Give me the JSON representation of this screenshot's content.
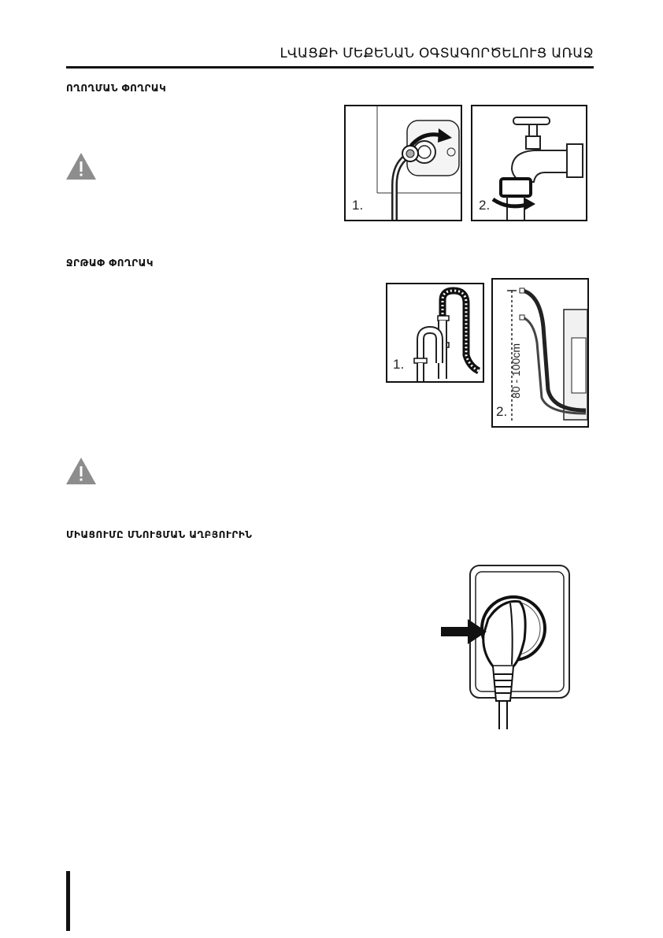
{
  "header": {
    "title": "ԼՎԱՑՔԻ ՄԵՔԵՆԱՆ ՕԳՏԱԳՈՐԾԵԼՈՒՑ ԱՌԱՋ"
  },
  "sections": [
    {
      "title": "ՈՂՈՂՄԱՆ ՓՈՂՐԱԿ"
    },
    {
      "title": "ՋՐԹԱՓ ՓՈՂՐԱԿ"
    },
    {
      "title": "ՄԻԱՑՈՒՄԸ ՄՆՈՒՑՄԱՆ ԱՂԲՅՈՒՐԻՆ"
    }
  ],
  "figures": {
    "inlet_1": {
      "label": "1."
    },
    "inlet_2": {
      "label": "2."
    },
    "drain_1": {
      "label": "1."
    },
    "drain_2": {
      "label": "2.",
      "dimension": "80 - 100cm"
    }
  },
  "icons": {
    "warning": "warning-triangle-icon",
    "arrow": "arrow-icon",
    "plug": "power-plug-icon"
  }
}
